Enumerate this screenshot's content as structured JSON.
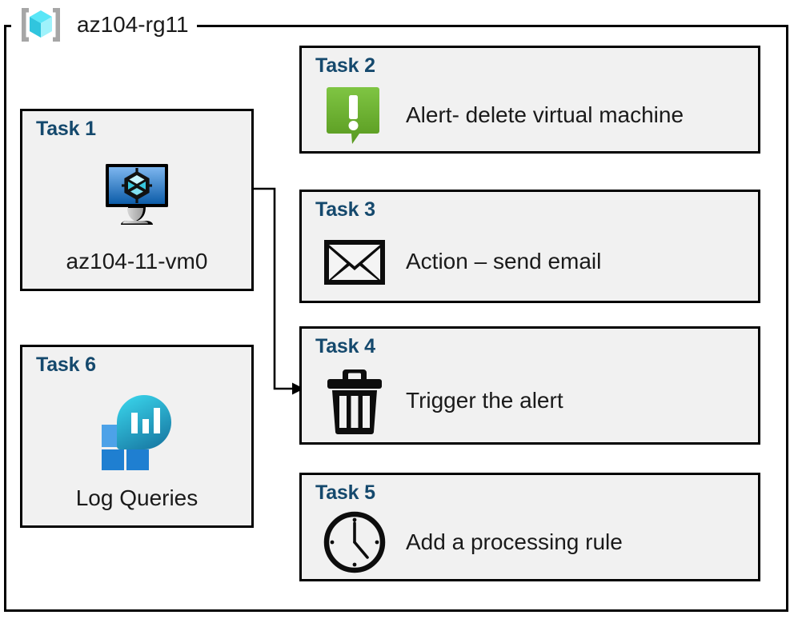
{
  "resource_group": {
    "name": "az104-rg11",
    "icon": "azure-resource-group-icon"
  },
  "cards": [
    {
      "id": "task-1",
      "title": "Task 1",
      "label": "az104-11-vm0",
      "icon": "virtual-machine-icon",
      "layout": "vertical"
    },
    {
      "id": "task-6",
      "title": "Task 6",
      "label": "Log Queries",
      "icon": "log-analytics-icon",
      "layout": "vertical"
    },
    {
      "id": "task-2",
      "title": "Task 2",
      "label": "Alert- delete virtual machine",
      "icon": "alert-exclamation-icon",
      "layout": "horizontal"
    },
    {
      "id": "task-3",
      "title": "Task 3",
      "label": "Action – send email",
      "icon": "envelope-icon",
      "layout": "horizontal"
    },
    {
      "id": "task-4",
      "title": "Task 4",
      "label": "Trigger the alert",
      "icon": "trash-can-icon",
      "layout": "horizontal"
    },
    {
      "id": "task-5",
      "title": "Task 5",
      "label": "Add a processing rule",
      "icon": "clock-icon",
      "layout": "horizontal"
    }
  ],
  "connector": {
    "name": "vm-to-task4-arrow",
    "from": "virtual-machine-icon",
    "to": "task-4"
  },
  "colors": {
    "card_fill": "#f1f1f1",
    "card_border": "#000000",
    "title_blue": "#15496d",
    "text_black": "#1a1a1a",
    "alert_green_light": "#7ac143",
    "alert_green_dark": "#5b9c27",
    "vm_blue_light": "#6aa8e8",
    "vm_blue_dark": "#0f6cbd",
    "log_cyan": "#32d4e8",
    "log_teal": "#1a7fa8",
    "log_square_light": "#4da2e8",
    "log_square_dark": "#1f7fd1",
    "rg_cube_cyan": "#4fe5f5",
    "rg_bracket_gray": "#a6a6a6"
  }
}
